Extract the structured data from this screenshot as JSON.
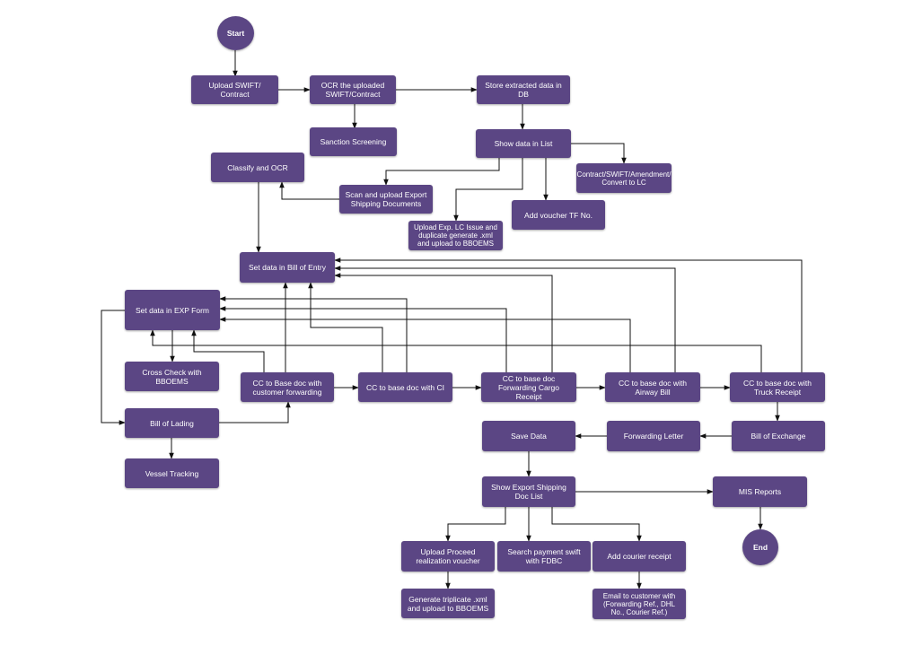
{
  "diagram": {
    "nodes": {
      "start": "Start",
      "upload_swift": "Upload SWIFT/ Contract",
      "ocr_uploaded": "OCR the uploaded SWIFT/Contract",
      "store_extracted": "Store extracted  data in DB",
      "sanction_screening": "Sanction Screening",
      "show_data_list": "Show data in List",
      "classify_ocr": "Classify and OCR",
      "scan_upload": "Scan and upload Export Shipping Documents",
      "contract_convert": "Contract/SWIFT/Amendment/ Convert to LC",
      "add_voucher": "Add voucher TF No.",
      "upload_exp_lc": "Upload Exp. LC Issue and duplicate generate .xml and upload to BBOEMS",
      "set_bill_entry": "Set data in Bill of Entry",
      "set_exp_form": "Set data in EXP Form",
      "cross_check": "Cross Check with BBOEMS",
      "cc_customer_fwd": "CC to Base doc with customer forwarding",
      "cc_ci": "CC to base doc with CI",
      "cc_fcr": "CC to base doc Forwarding Cargo Receipt",
      "cc_airway": "CC to base doc with Airway Bill",
      "cc_truck": "CC to base doc with Truck Receipt",
      "bill_lading": "Bill of Lading",
      "vessel_tracking": "Vessel Tracking",
      "save_data": "Save Data",
      "forwarding_letter": "Forwarding Letter",
      "bill_exchange": "Bill of Exchange",
      "show_export_list": "Show Export Shipping Doc List",
      "mis_reports": "MIS Reports",
      "end": "End",
      "upload_proceed": "Upload Proceed realization voucher",
      "search_payment": "Search payment swift with FDBC",
      "add_courier": "Add courier receipt",
      "generate_triplicate": "Generate triplicate .xml and upload to BBOEMS",
      "email_customer": "Email to customer with (Forwarding Ref., DHL No., Courier Ref.)"
    }
  }
}
